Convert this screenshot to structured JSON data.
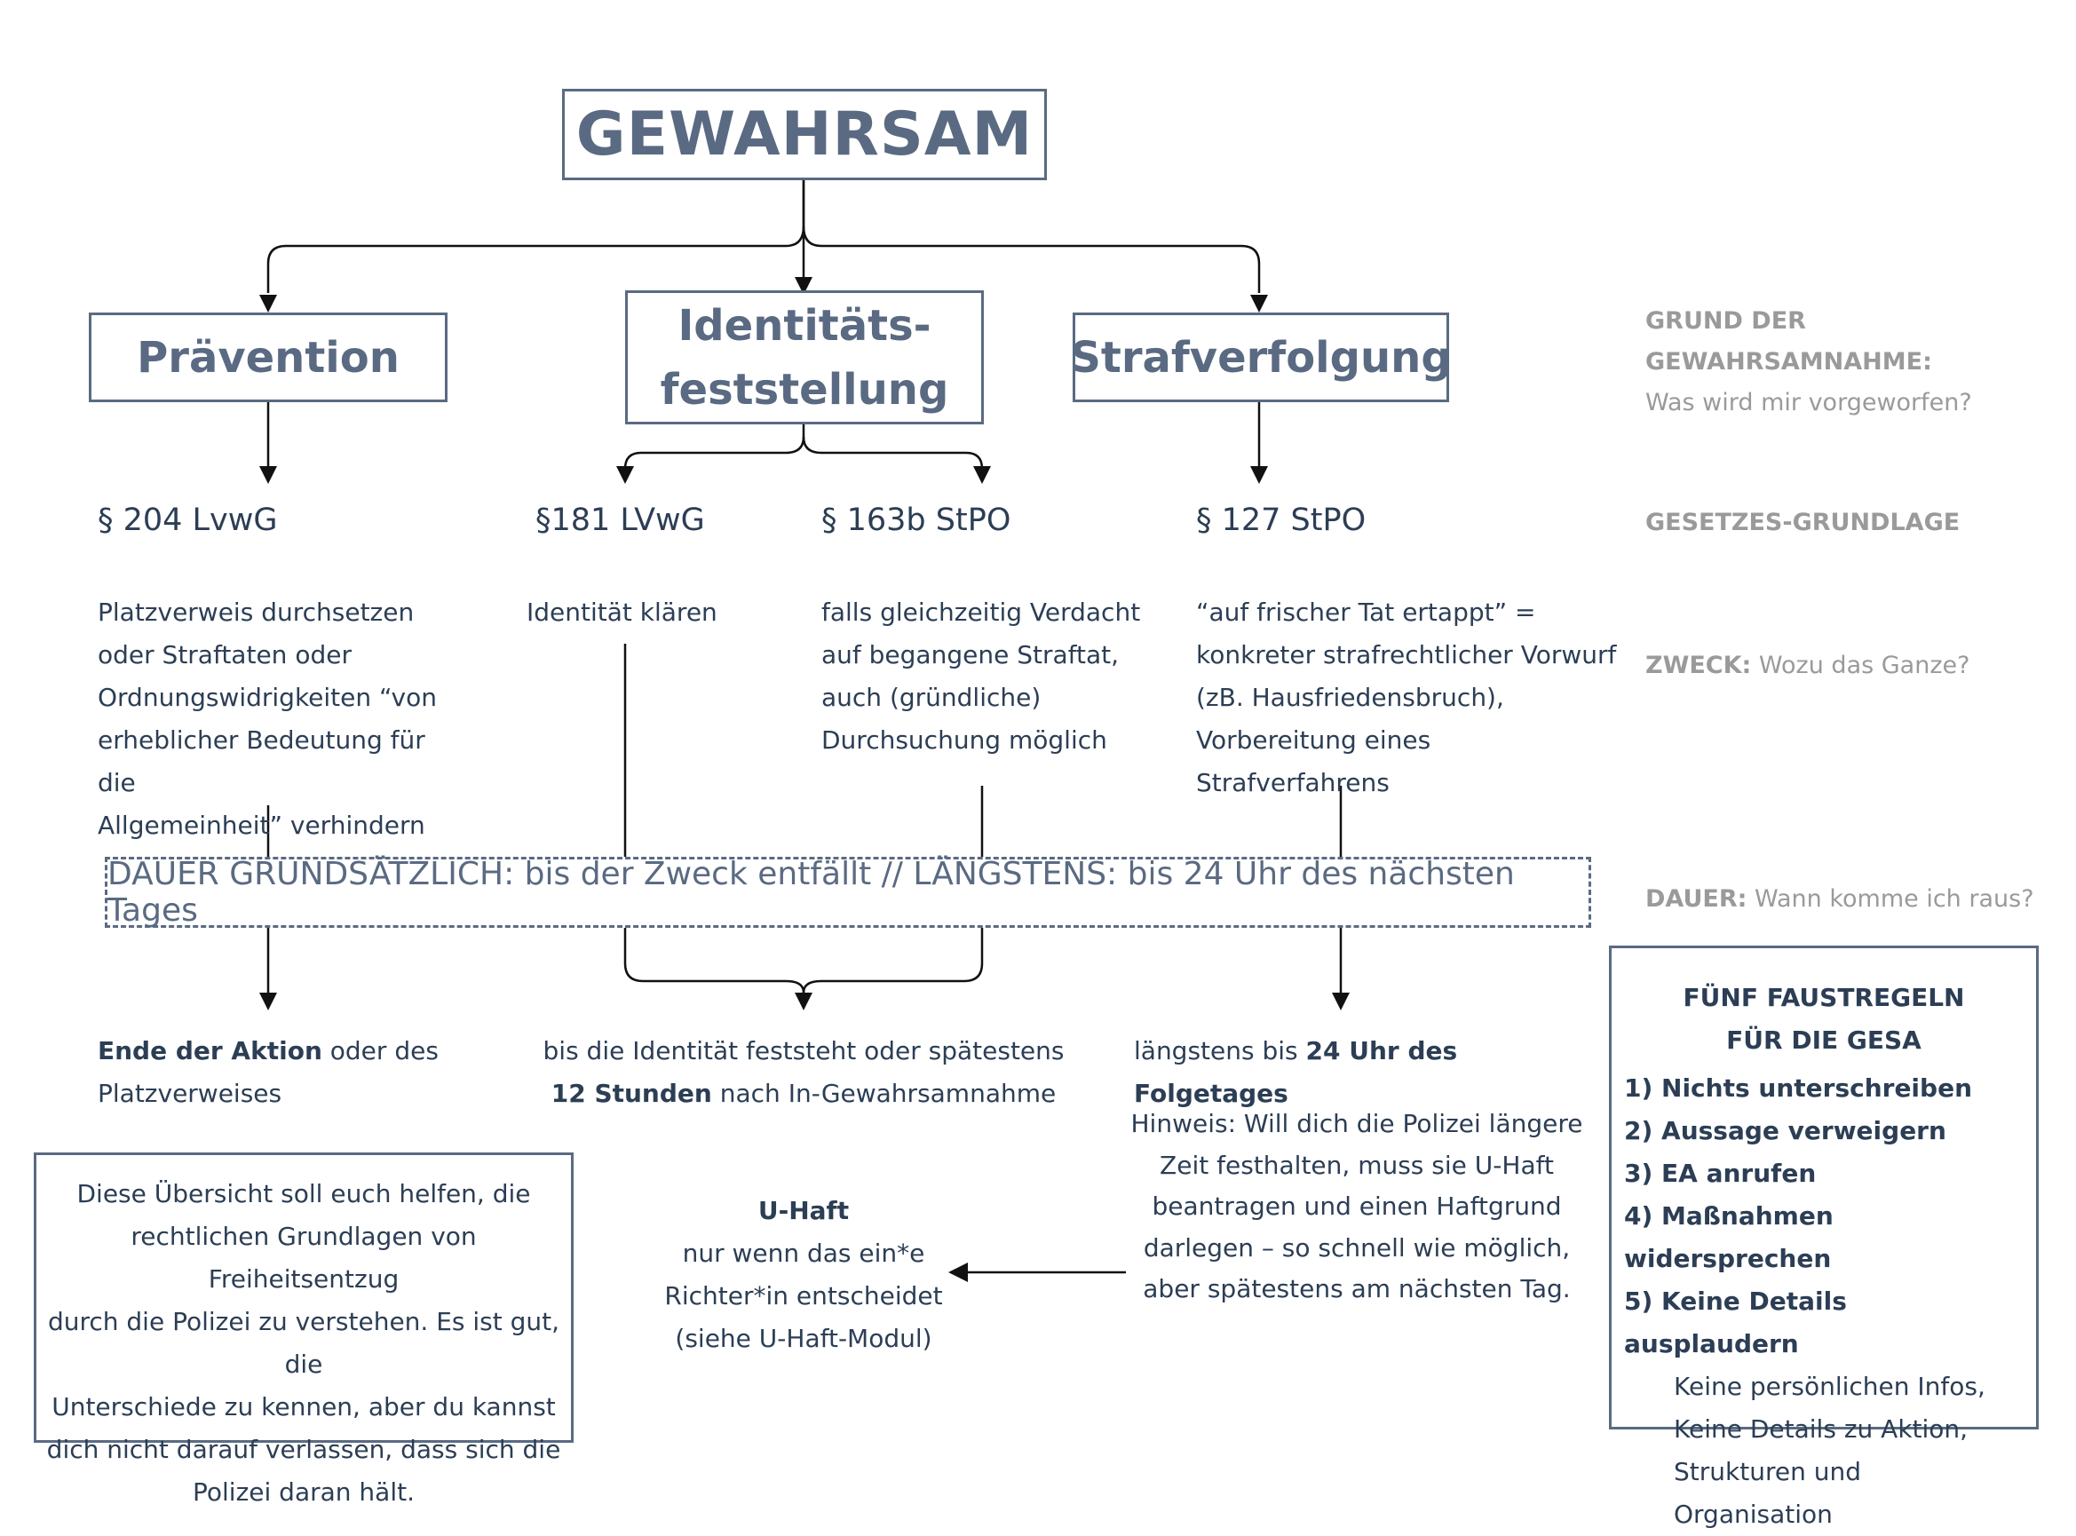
{
  "title": "GEWAHRSAM",
  "categories": {
    "praevention": "Prävention",
    "identitaet_line1": "Identitäts-",
    "identitaet_line2": "feststellung",
    "strafverfolgung": "Strafverfolgung"
  },
  "laws": {
    "lvwg204": "§ 204 LvwG",
    "lvwg181": "§181 LVwG",
    "stpo163b": "§ 163b StPO",
    "stpo127": "§ 127 StPO"
  },
  "purposes": {
    "praevention": [
      "Platzverweis durchsetzen",
      "oder Straftaten oder",
      "Ordnungswidrigkeiten “von",
      "erheblicher Bedeutung für die",
      "Allgemeinheit” verhindern"
    ],
    "identitaet": "Identität klären",
    "stpo163b": [
      "falls gleichzeitig Verdacht",
      "auf begangene Straftat,",
      "auch (gründliche)",
      "Durchsuchung möglich"
    ],
    "stpo127": [
      "“auf frischer Tat ertappt” =",
      "konkreter strafrechtlicher Vorwurf",
      "(zB. Hausfriedensbruch),",
      "Vorbereitung eines Strafverfahrens"
    ]
  },
  "duration_banner": "DAUER GRUNDSÄTZLICH: bis der Zweck entfällt // LÄNGSTENS: bis 24 Uhr des nächsten Tages",
  "durations": {
    "praevention_bold": "Ende der Aktion",
    "praevention_rest": " oder des",
    "praevention_line2": "Platzverweises",
    "identitaet_line1": "bis die Identität feststeht oder spätestens",
    "identitaet_bold": "12 Stunden",
    "identitaet_rest": " nach In-Gewahrsamnahme",
    "straf_prefix": "längstens bis ",
    "straf_bold": "24 Uhr des Folgetages"
  },
  "hinweis": [
    "Hinweis: Will dich die Polizei längere",
    "Zeit festhalten, muss sie U-Haft",
    "beantragen und einen Haftgrund",
    "darlegen – so schnell wie möglich,",
    "aber spätestens am nächsten Tag."
  ],
  "uhaft": {
    "title": "U-Haft",
    "lines": [
      "nur wenn das ein*e",
      "Richter*in entscheidet",
      "(siehe U-Haft-Modul)"
    ]
  },
  "info_box": [
    "Diese Übersicht soll euch helfen, die",
    "rechtlichen Grundlagen von Freiheitsentzug",
    "durch die Polizei zu verstehen. Es ist gut, die",
    "Unterschiede zu kennen, aber du kannst",
    "dich nicht darauf verlassen, dass sich die",
    "Polizei daran hält."
  ],
  "side_labels": {
    "grund_bold1": "GRUND DER",
    "grund_bold2": "GEWAHRSAMNAHME:",
    "grund_rest": "Was wird mir vorgeworfen?",
    "gesetz": "GESETZES-GRUNDLAGE",
    "zweck_bold": "ZWECK:",
    "zweck_rest": " Wozu das Ganze?",
    "dauer_bold": "DAUER:",
    "dauer_rest": " Wann komme ich raus?"
  },
  "rules": {
    "title1": "FÜNF FAUSTREGELN",
    "title2": "FÜR DIE GESA",
    "items": [
      "1) Nichts unterschreiben",
      "2) Aussage verweigern",
      "3) EA anrufen",
      "4) Maßnahmen widersprechen",
      "5) Keine Details ausplaudern"
    ],
    "sub": [
      "Keine persönlichen Infos,",
      "Keine Details zu Aktion,",
      "Strukturen und Organisation"
    ]
  },
  "colors": {
    "box": "#5a6a82",
    "text": "#2c3e55",
    "side": "#9a9a9a"
  }
}
